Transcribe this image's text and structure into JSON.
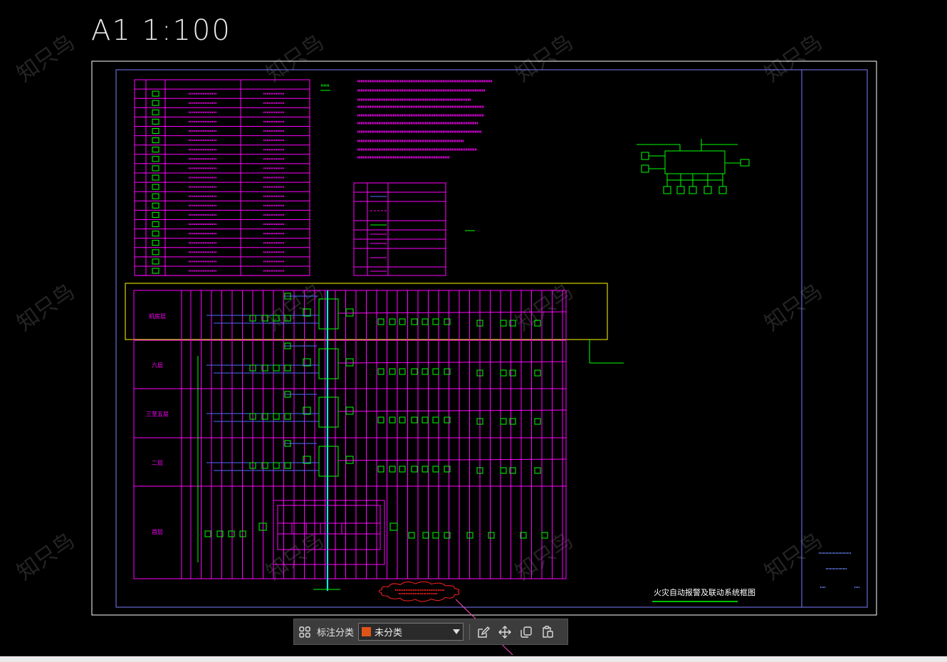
{
  "canvas": {
    "scale_label": "A1 1:100",
    "watermark_text": "知只鸟",
    "drawing_title": "火灾自动报警及联动系统框图",
    "floor_labels": [
      "机房层",
      "六层",
      "三至五层",
      "二层",
      "首层"
    ],
    "colors": {
      "background": "#000000",
      "frame": "#ffffff",
      "magenta": "#ff00ff",
      "green": "#00ff00",
      "blue": "#4f6bff",
      "yellow": "#ffff00",
      "red": "#ff2020",
      "cyan": "#00ffff",
      "accent_swatch": "#e0541a"
    }
  },
  "toolbar": {
    "category_label": "标注分类",
    "selected_category": "未分类",
    "icons": [
      "grid-icon",
      "edit-icon",
      "move-icon",
      "copy-icon",
      "paste-icon"
    ]
  }
}
